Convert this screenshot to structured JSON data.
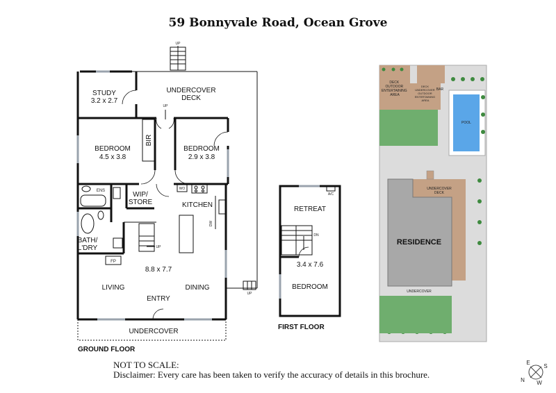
{
  "title": "59 Bonnyvale Road, Ocean Grove",
  "ground_floor": {
    "label": "GROUND FLOOR",
    "rooms": {
      "study": "STUDY",
      "study_size": "3.2 x 2.7",
      "undercover_deck": "UNDERCOVER",
      "undercover_deck_2": "DECK",
      "bedroom1": "BEDROOM",
      "bedroom1_size": "4.5 x 3.8",
      "bir": "BIR",
      "bedroom2": "BEDROOM",
      "bedroom2_size": "2.9 x 3.8",
      "ens": "ENS",
      "wip": "WIP/",
      "store": "STORE",
      "wo": "WO",
      "kitchen": "KITCHEN",
      "dw": "DW",
      "bath": "BATH/",
      "ldry": "L'DRY",
      "fp": "FP",
      "size_main": "8.8 x 7.7",
      "living": "LIVING",
      "dining": "DINING",
      "entry": "ENTRY",
      "undercover": "UNDERCOVER"
    },
    "stair_labels": {
      "top": "UP",
      "hall": "UP",
      "inner": "UP",
      "side": "UP"
    }
  },
  "first_floor": {
    "label": "FIRST FLOOR",
    "rooms": {
      "retreat": "RETREAT",
      "ac": "A/C",
      "dn": "DN",
      "size": "3.4 x 7.6",
      "bedroom": "BEDROOM"
    }
  },
  "site_plan": {
    "deck_outdoor": [
      "DECK",
      "OUTDOOR",
      "ENTERTAINING",
      "AREA"
    ],
    "deck_undercover": [
      "DECK",
      "UNDERCOVER",
      "OUTDOOR",
      "ENTERTAINING",
      "AREA"
    ],
    "bar": "BAR",
    "pool": "POOL",
    "undercover_deck": [
      "UNDERCOVER",
      "DECK"
    ],
    "residence": "RESIDENCE",
    "undercover": "UNDERCOVER",
    "colors": {
      "grass": "#6fae6e",
      "deck": "#c4a185",
      "pool": "#5aa6e8",
      "residence": "#a8a8a8",
      "paving": "#dcdcdc"
    }
  },
  "compass": {
    "n": "N",
    "e": "E",
    "s": "S",
    "w": "W"
  },
  "footer": {
    "not_to_scale": "NOT TO SCALE:",
    "disclaimer": "Disclaimer: Every care has been taken to verify the accuracy of details in this brochure."
  }
}
